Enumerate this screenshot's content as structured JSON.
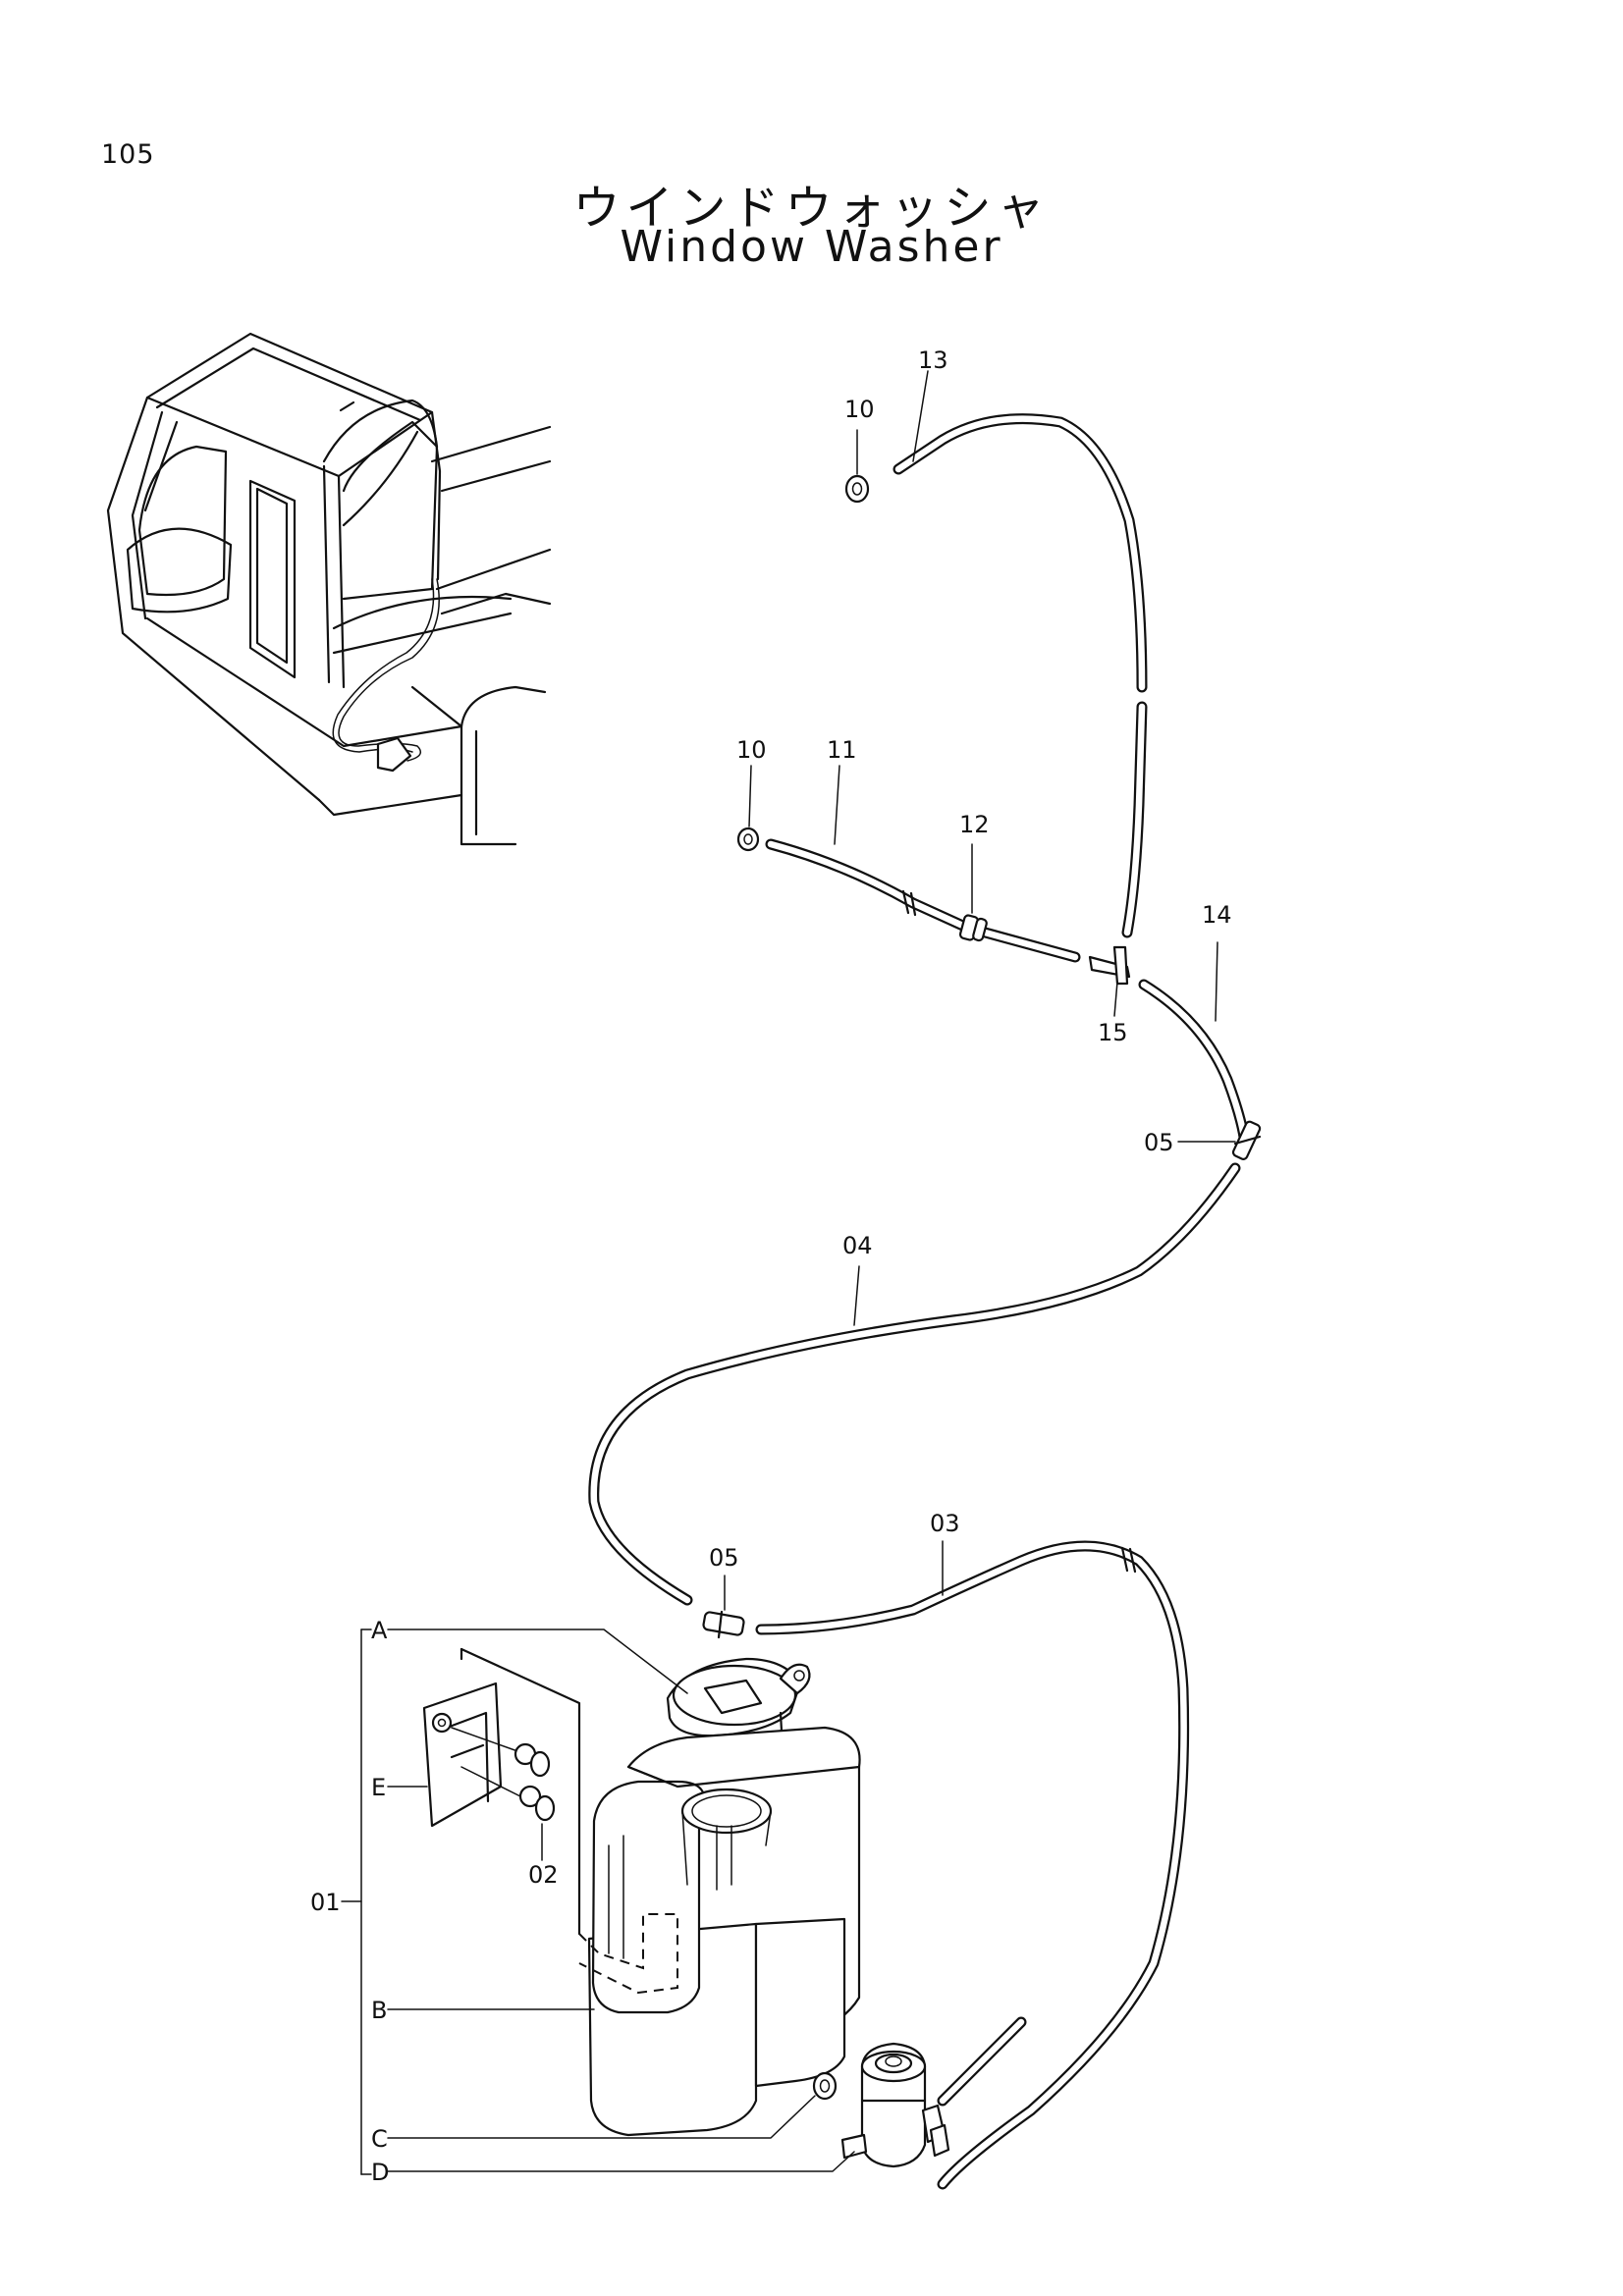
{
  "page": {
    "number": "105",
    "title_jp": "ウインドウォッシャ",
    "title_en": "Window Washer"
  },
  "callouts": {
    "p13": "13",
    "p10a": "10",
    "p10b": "10",
    "p11": "11",
    "p12": "12",
    "p14": "14",
    "p15": "15",
    "p05a": "05",
    "p04": "04",
    "p05b": "05",
    "p03": "03",
    "p02": "02",
    "p01": "01"
  },
  "subparts": {
    "a": "A",
    "b": "B",
    "c": "C",
    "d": "D",
    "e": "E"
  }
}
